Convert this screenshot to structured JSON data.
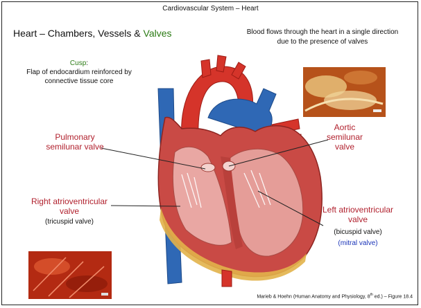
{
  "header": {
    "topic": "Cardiovascular System – Heart",
    "title_prefix": "Heart – Chambers, Vessels & ",
    "title_highlight": "Valves"
  },
  "flow_note": "Blood flows through the heart in a single direction due to the presence of valves",
  "cusp": {
    "term": "Cusp",
    "colon": ":",
    "definition": "Flap of endocardium reinforced by connective tissue core"
  },
  "labels": {
    "pulmonary": "Pulmonary semilunar valve",
    "aortic": "Aortic semilunar valve",
    "right_av": "Right atrioventricular valve",
    "right_av_alt": "(tricuspid valve)",
    "left_av": "Left atrioventricular valve",
    "left_av_alt": "(bicuspid valve)",
    "left_av_alt2": "(mitral valve)"
  },
  "citation": {
    "prefix": "Marieb & Hoehn (Human Anatomy and Physiology, 8",
    "sup": "th",
    "suffix": " ed.) – Figure 18.4"
  },
  "colors": {
    "label_red": "#b01f2c",
    "green": "#2a7a13",
    "blue": "#1a34b8"
  }
}
